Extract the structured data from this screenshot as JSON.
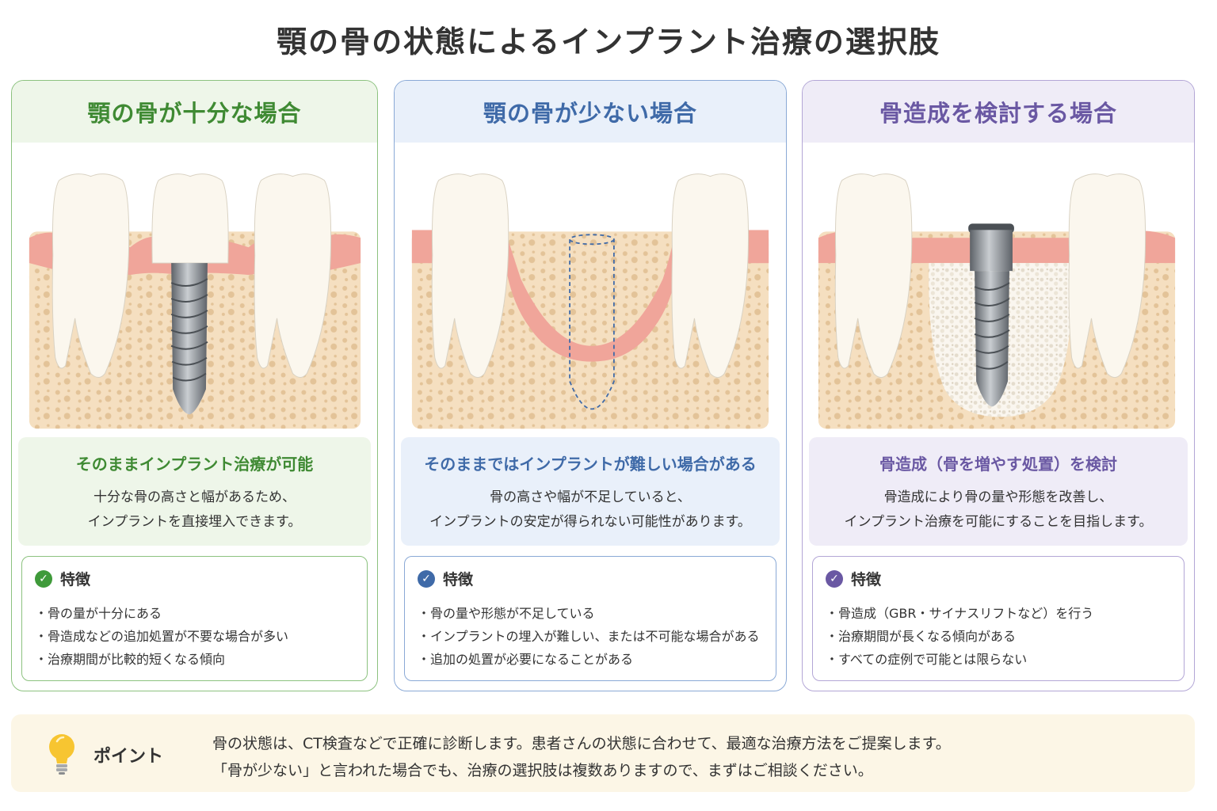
{
  "title": "顎の骨の状態によるインプラント治療の選択肢",
  "colors": {
    "green": "#3f8a33",
    "blue": "#3f6aa8",
    "purple": "#6a58a3",
    "gum": "#f0a59a",
    "bone": "#f5dfc0",
    "implant": "#8a8f96"
  },
  "cards": [
    {
      "header": "顎の骨が十分な場合",
      "desc_title": "そのままインプラント治療が可能",
      "desc_lines": [
        "十分な骨の高さと幅があるため、",
        "インプラントを直接埋入できます。"
      ],
      "feature_title": "特徴",
      "features": [
        "骨の量が十分にある",
        "骨造成などの追加処置が不要な場合が多い",
        "治療期間が比較的短くなる傾向"
      ]
    },
    {
      "header": "顎の骨が少ない場合",
      "desc_title": "そのままではインプラントが難しい場合がある",
      "desc_lines": [
        "骨の高さや幅が不足していると、",
        "インプラントの安定が得られない可能性があります。"
      ],
      "feature_title": "特徴",
      "features": [
        "骨の量や形態が不足している",
        "インプラントの埋入が難しい、または不可能な場合がある",
        "追加の処置が必要になることがある"
      ]
    },
    {
      "header": "骨造成を検討する場合",
      "desc_title": "骨造成（骨を増やす処置）を検討",
      "desc_lines": [
        "骨造成により骨の量や形態を改善し、",
        "インプラント治療を可能にすることを目指します。"
      ],
      "feature_title": "特徴",
      "features": [
        "骨造成（GBR・サイナスリフトなど）を行う",
        "治療期間が長くなる傾向がある",
        "すべての症例で可能とは限らない"
      ]
    }
  ],
  "point": {
    "label": "ポイント",
    "lines": [
      "骨の状態は、CT検査などで正確に診断します。患者さんの状態に合わせて、最適な治療方法をご提案します。",
      "「骨が少ない」と言われた場合でも、治療の選択肢は複数ありますので、まずはご相談ください。"
    ]
  }
}
